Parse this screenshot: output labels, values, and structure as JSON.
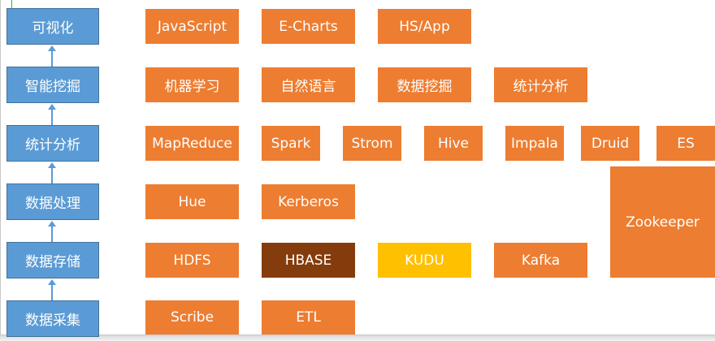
{
  "layers": [
    "可视化",
    "智能挖掘",
    "统计分析",
    "数据处理",
    "数据存储",
    "数据采集"
  ],
  "visualization": [
    "JavaScript",
    "E-Charts",
    "HS/App"
  ],
  "mining": [
    "机器学习",
    "自然语言",
    "数据挖掘",
    "统计分析"
  ],
  "analysis": [
    "MapReduce",
    "Spark",
    "Strom",
    "Hive",
    "Impala",
    "Druid",
    "ES"
  ],
  "processing": [
    "Hue",
    "Kerberos"
  ],
  "storage": [
    "HDFS",
    "HBASE",
    "KUDU",
    "Kafka"
  ],
  "collection": [
    "Scribe",
    "ETL"
  ],
  "shared": {
    "zookeeper": "Zookeeper"
  },
  "colors": {
    "layer": "#5b9bd5",
    "tool": "#ed7d31",
    "hbase": "#843c0c",
    "kudu": "#ffc000"
  }
}
